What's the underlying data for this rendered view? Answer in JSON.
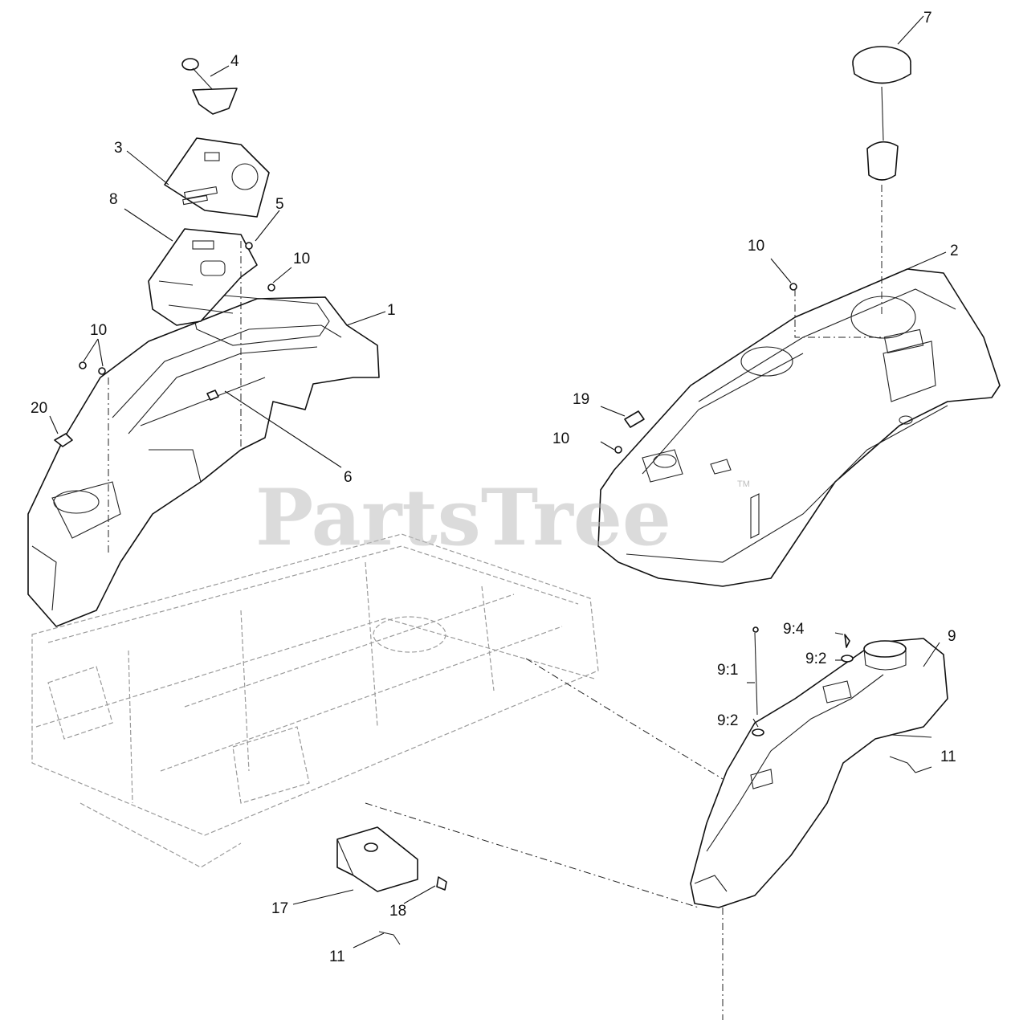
{
  "watermark": {
    "text": "PartsTree",
    "trademark": "TM"
  },
  "callouts": {
    "c1": "1",
    "c2": "2",
    "c3": "3",
    "c4": "4",
    "c5": "5",
    "c6": "6",
    "c7": "7",
    "c8": "8",
    "c9": "9",
    "c9_1": "9:1",
    "c9_2_top": "9:2",
    "c9_2_low": "9:2",
    "c9_4": "9:4",
    "c10_a": "10",
    "c10_b": "10",
    "c10_c": "10",
    "c10_d": "10",
    "c11_a": "11",
    "c11_b": "11",
    "c17": "17",
    "c18": "18",
    "c19": "19",
    "c20": "20"
  },
  "colors": {
    "line": "#111111",
    "frame": "#9a9a9a",
    "watermark": "#bdbdbd",
    "background": "#ffffff"
  }
}
